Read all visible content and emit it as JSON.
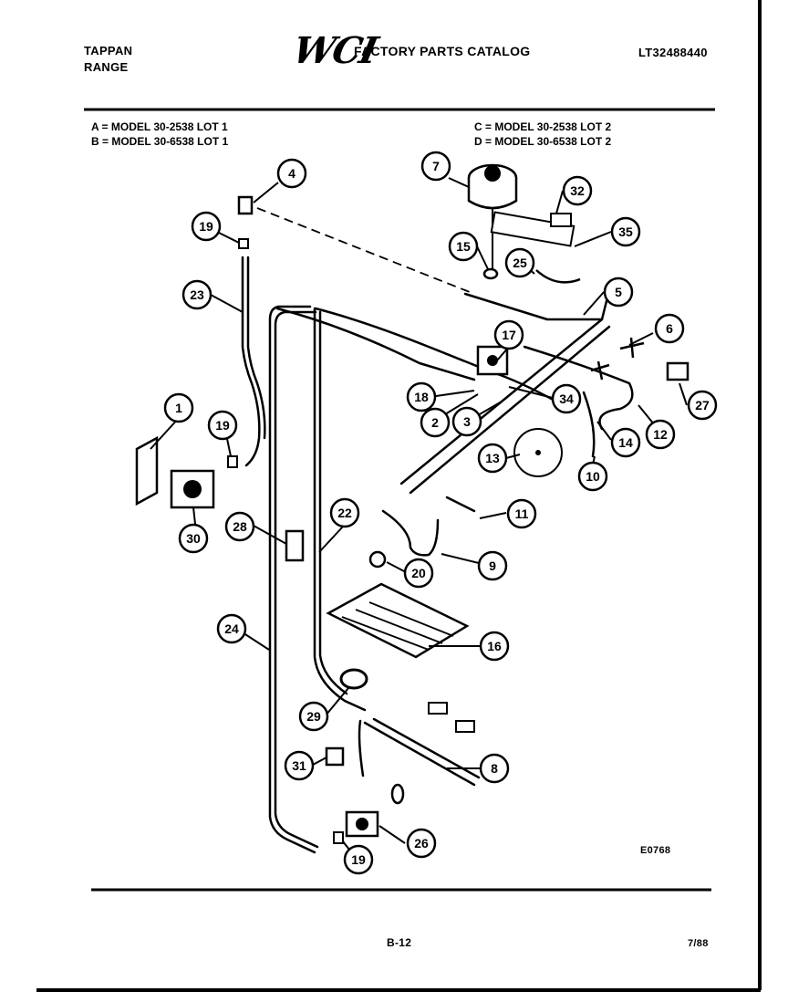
{
  "header": {
    "brand_line1": "TAPPAN",
    "brand_line2": "RANGE",
    "logo": "WCI",
    "catalog_title": "FACTORY PARTS CATALOG",
    "catalog_number": "LT32488440"
  },
  "models": [
    "A = MODEL 30-2538 LOT 1",
    "B = MODEL 30-6538 LOT 1",
    "C = MODEL 30-2538 LOT 2",
    "D = MODEL 30-6538 LOT 2"
  ],
  "callouts": [
    "1",
    "2",
    "3",
    "4",
    "5",
    "6",
    "7",
    "8",
    "9",
    "10",
    "11",
    "12",
    "13",
    "14",
    "15",
    "16",
    "17",
    "18",
    "19",
    "19",
    "19",
    "20",
    "22",
    "23",
    "24",
    "25",
    "26",
    "27",
    "28",
    "29",
    "30",
    "31",
    "32",
    "34",
    "35"
  ],
  "diagram_code": "E0768",
  "footer": {
    "page": "B-12",
    "date": "7/88"
  }
}
